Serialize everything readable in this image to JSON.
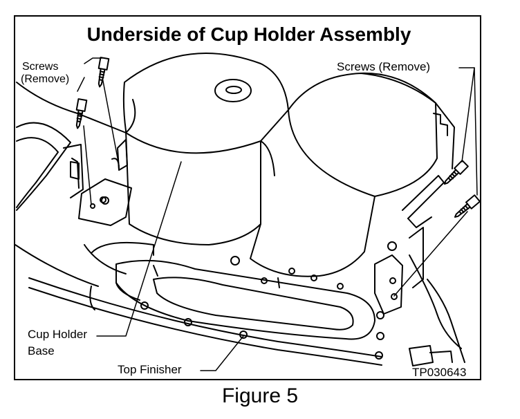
{
  "title": "Underside of Cup Holder Assembly",
  "labels": {
    "screws_left_line1": "Screws",
    "screws_left_line2": "(Remove)",
    "screws_right": "Screws (Remove)",
    "cup_holder_base_line1": "Cup Holder",
    "cup_holder_base_line2": "Base",
    "top_finisher": "Top Finisher",
    "drawing_code": "TP030643"
  },
  "caption": "Figure 5",
  "colors": {
    "ink": "#000000",
    "paper": "#ffffff"
  }
}
